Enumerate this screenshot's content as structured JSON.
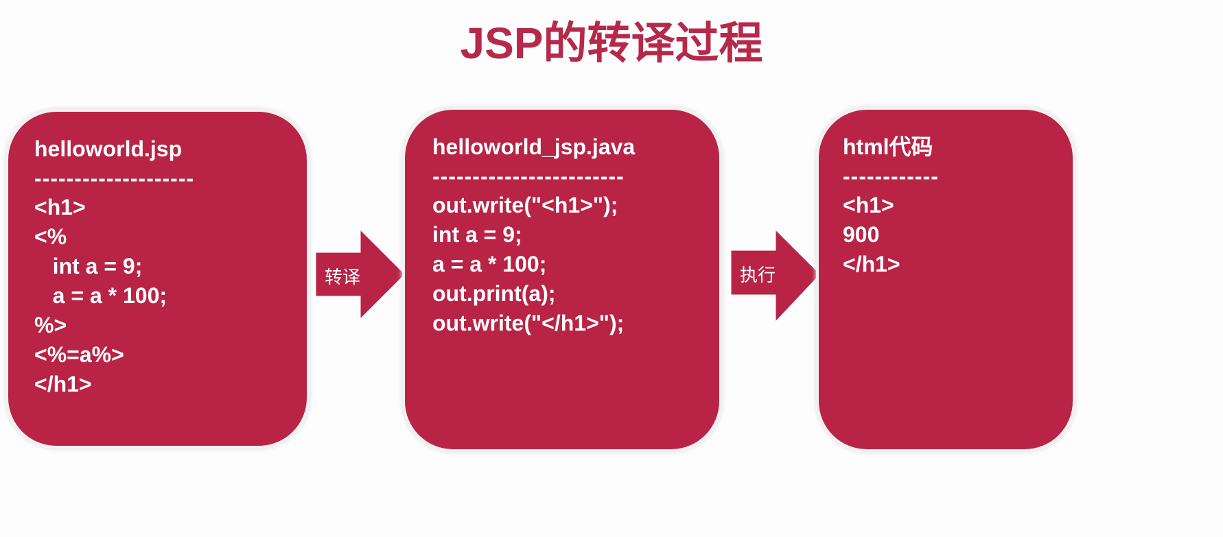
{
  "title": "JSP的转译过程",
  "colors": {
    "accent": "#b82346",
    "title": "#b5294a"
  },
  "boxes": [
    {
      "header": "helloworld.jsp",
      "divider": "--------------------",
      "lines": [
        "<h1>",
        "<%",
        "   int a = 9;",
        "   a = a * 100;",
        "%>",
        "<%=a%>",
        "</h1>"
      ]
    },
    {
      "header": "helloworld_jsp.java",
      "divider": "------------------------",
      "lines": [
        "out.write(\"<h1>\");",
        "int a = 9;",
        "a = a * 100;",
        "out.print(a);",
        "out.write(\"</h1>\");"
      ]
    },
    {
      "header": "html代码",
      "divider": "------------",
      "lines": [
        "<h1>",
        "900",
        "</h1>"
      ]
    }
  ],
  "arrows": [
    {
      "label": "转译"
    },
    {
      "label": "执行"
    }
  ]
}
